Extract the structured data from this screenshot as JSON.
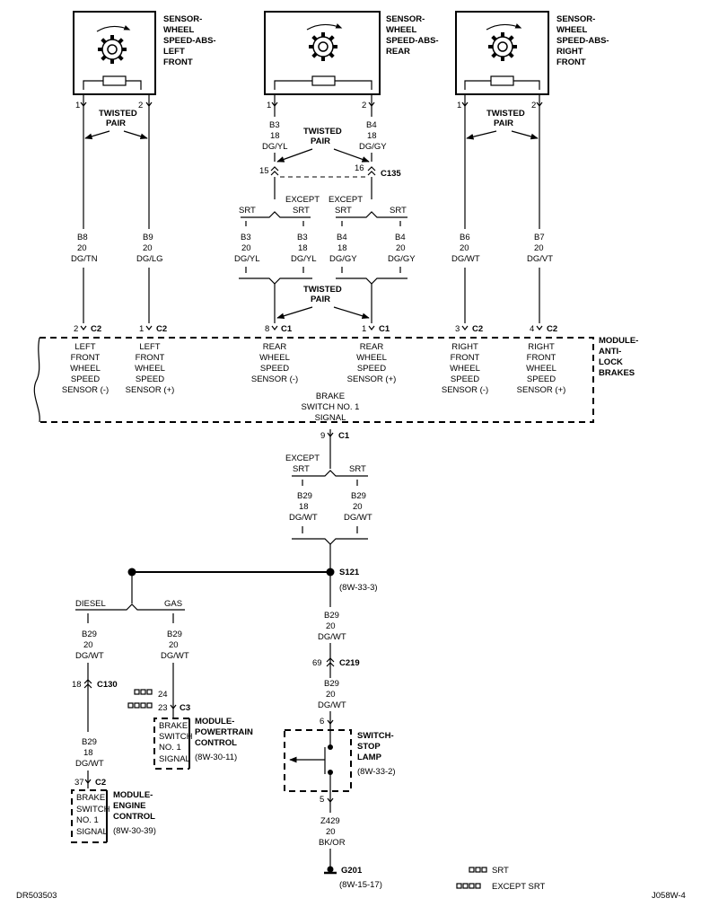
{
  "sensors": {
    "lf": [
      "SENSOR-",
      "WHEEL",
      "SPEED-ABS-",
      "LEFT",
      "FRONT"
    ],
    "rear": [
      "SENSOR-",
      "WHEEL",
      "SPEED-ABS-",
      "REAR"
    ],
    "rf": [
      "SENSOR-",
      "WHEEL",
      "SPEED-ABS-",
      "RIGHT",
      "FRONT"
    ]
  },
  "pins": {
    "one": "1",
    "two": "2"
  },
  "twisted_pair": [
    "TWISTED",
    "PAIR"
  ],
  "wires": {
    "b3": [
      "B3",
      "18",
      "DG/YL"
    ],
    "b4": [
      "B4",
      "18",
      "DG/GY"
    ],
    "b8": [
      "B8",
      "20",
      "DG/TN"
    ],
    "b9": [
      "B9",
      "20",
      "DG/LG"
    ],
    "b3_srt": [
      "B3",
      "20",
      "DG/YL"
    ],
    "b3_except": [
      "B3",
      "18",
      "DG/YL"
    ],
    "b4_except": [
      "B4",
      "18",
      "DG/GY"
    ],
    "b4_srt": [
      "B4",
      "20",
      "DG/GY"
    ],
    "b6": [
      "B6",
      "20",
      "DG/WT"
    ],
    "b7": [
      "B7",
      "20",
      "DG/VT"
    ],
    "b29_except": [
      "B29",
      "18",
      "DG/WT"
    ],
    "b29_srt": [
      "B29",
      "20",
      "DG/WT"
    ],
    "b29_diesel": [
      "B29",
      "20",
      "DG/WT"
    ],
    "b29_gas": [
      "B29",
      "20",
      "DG/WT"
    ],
    "b29_mid": [
      "B29",
      "20",
      "DG/WT"
    ],
    "b29_low": [
      "B29",
      "20",
      "DG/WT"
    ],
    "b29_ecm": [
      "B29",
      "18",
      "DG/WT"
    ],
    "z429": [
      "Z429",
      "20",
      "BK/OR"
    ]
  },
  "variants": {
    "srt": "SRT",
    "except": "EXCEPT",
    "diesel": "DIESEL",
    "gas": "GAS"
  },
  "connectors": {
    "c135": "C135",
    "c135_pin15": "15",
    "c135_pin16": "16",
    "c1": "C1",
    "c2": "C2",
    "c3": "C3",
    "c130": "C130",
    "c219": "C219",
    "pin_2": "2",
    "pin_1": "1",
    "pin_8": "8",
    "pin_3": "3",
    "pin_4": "4",
    "pin_9": "9",
    "pin_18": "18",
    "pin_69": "69",
    "pin_24": "24",
    "pin_23": "23",
    "pin_37": "37",
    "pin_6": "6",
    "pin_5": "5"
  },
  "module_abs": {
    "title": [
      "MODULE-",
      "ANTI-",
      "LOCK",
      "BRAKES"
    ],
    "lf_neg": [
      "LEFT",
      "FRONT",
      "WHEEL",
      "SPEED",
      "SENSOR (-)"
    ],
    "lf_pos": [
      "LEFT",
      "FRONT",
      "WHEEL",
      "SPEED",
      "SENSOR (+)"
    ],
    "rear_neg": [
      "REAR",
      "WHEEL",
      "SPEED",
      "SENSOR (-)"
    ],
    "rear_pos": [
      "REAR",
      "WHEEL",
      "SPEED",
      "SENSOR (+)"
    ],
    "rf_neg": [
      "RIGHT",
      "FRONT",
      "WHEEL",
      "SPEED",
      "SENSOR (-)"
    ],
    "rf_pos": [
      "RIGHT",
      "FRONT",
      "WHEEL",
      "SPEED",
      "SENSOR (+)"
    ],
    "brake": [
      "BRAKE",
      "SWITCH NO. 1",
      "SIGNAL"
    ]
  },
  "splice": {
    "id": "S121",
    "ref": "(8W-33-3)"
  },
  "pcm": {
    "title": [
      "MODULE-",
      "POWERTRAIN",
      "CONTROL"
    ],
    "ref": "(8W-30-11)",
    "signal": [
      "BRAKE",
      "SWITCH",
      "NO. 1",
      "SIGNAL"
    ]
  },
  "ecm": {
    "title": [
      "MODULE-",
      "ENGINE",
      "CONTROL"
    ],
    "ref": "(8W-30-39)",
    "signal": [
      "BRAKE",
      "SWITCH",
      "NO. 1",
      "SIGNAL"
    ]
  },
  "stop_switch": {
    "title": [
      "SWITCH-",
      "STOP",
      "LAMP"
    ],
    "ref": "(8W-33-2)"
  },
  "ground": {
    "id": "G201",
    "ref": "(8W-15-17)"
  },
  "legend": {
    "srt": "SRT",
    "except_srt": "EXCEPT SRT"
  },
  "footer": {
    "left": "DR503503",
    "right": "J058W-4"
  }
}
